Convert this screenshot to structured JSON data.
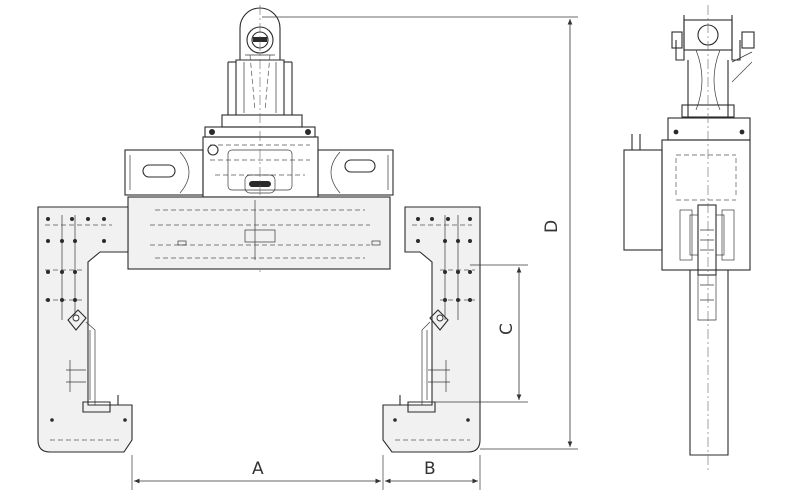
{
  "dimensions": {
    "a_label": "A",
    "b_label": "B",
    "c_label": "C",
    "d_label": "D"
  },
  "colors": {
    "line": "#2b2b2b",
    "background": "#ffffff",
    "fill": "#f1f1f1"
  }
}
